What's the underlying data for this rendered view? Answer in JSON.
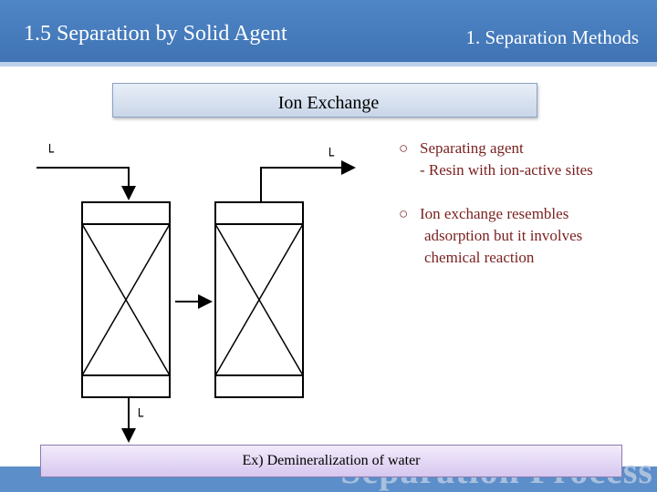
{
  "header": {
    "title": "1.5 Separation by Solid Agent",
    "section": "1. Separation Methods"
  },
  "topic": {
    "label": "Ion Exchange"
  },
  "diagram": {
    "inlet_label_1": "└",
    "inlet_label_2": "└",
    "outlet_label": "└"
  },
  "bullets": [
    {
      "mark": "○",
      "line1": "Separating agent",
      "line2": "- Resin with ion-active sites"
    },
    {
      "mark": "○",
      "line1": "Ion exchange resembles",
      "line2": "adsorption but it involves",
      "line3": "chemical reaction"
    }
  ],
  "example": {
    "text": "Ex) Demineralization of water"
  },
  "watermark": {
    "text": "Separation Process"
  },
  "colors": {
    "header": "#3f73b4",
    "bullet_text": "#7a1f1f",
    "example_box": "#d6c6ef"
  }
}
